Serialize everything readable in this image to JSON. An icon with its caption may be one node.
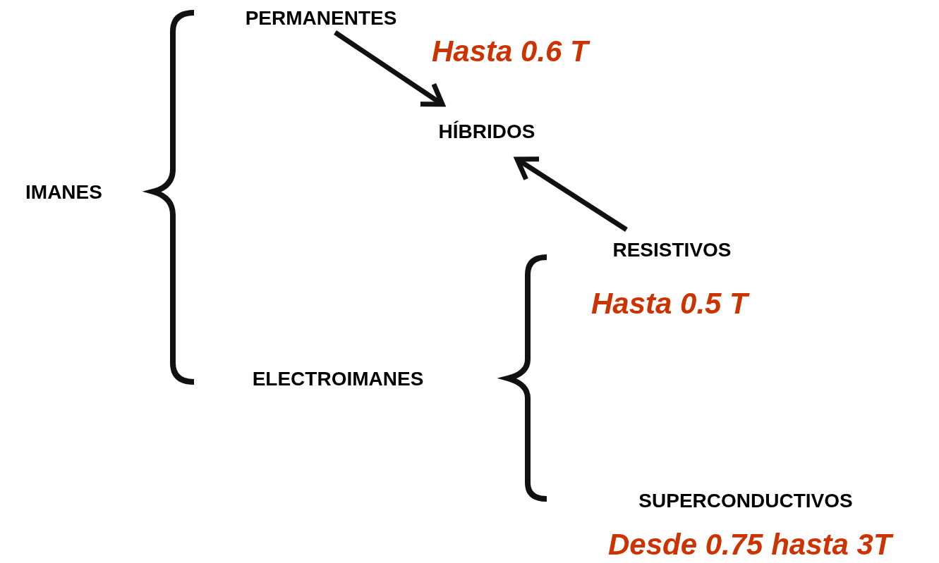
{
  "diagram": {
    "nodes": [
      {
        "text": [
          "IMANES"
        ]
      },
      {
        "text": [
          "PERMANENTES"
        ]
      },
      {
        "text": [
          "HÍBRIDOS"
        ]
      },
      {
        "text": [
          "ELECTROIMANES"
        ]
      },
      {
        "text": [
          "RESISTIVOS"
        ],
        "beside": [
          "Hasta 0.5 T"
        ]
      },
      {
        "text": [
          "SUPERCONDUCTIVOS"
        ],
        "beside": [
          "Desde 0.75 hasta 3T"
        ]
      }
    ],
    "edges": [
      {
        "from": 1,
        "to": 2,
        "arrow": "to"
      },
      {
        "from": 4,
        "to": 2,
        "arrow": "to"
      }
    ],
    "labels": [
      "Hasta 0.6 T"
    ]
  }
}
